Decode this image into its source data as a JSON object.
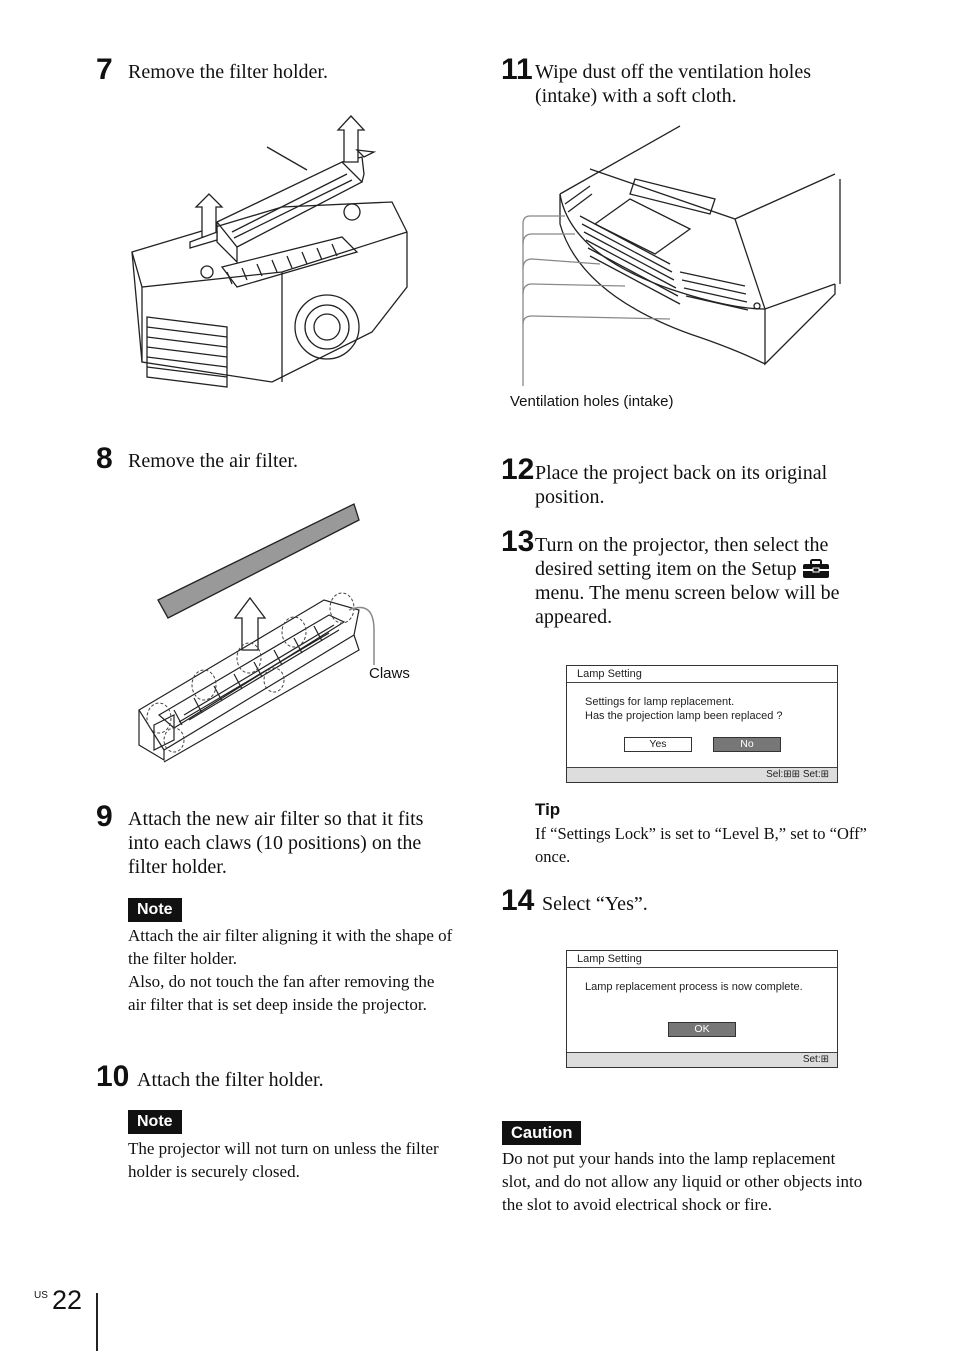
{
  "steps": {
    "s7": {
      "num": "7",
      "text": "Remove the filter holder."
    },
    "s8": {
      "num": "8",
      "text": "Remove the air filter."
    },
    "s9": {
      "num": "9",
      "text": "Attach the new air filter so that it fits into each claws (10 positions) on the filter holder."
    },
    "s10": {
      "num": "10",
      "text": "Attach the filter holder."
    },
    "s11": {
      "num": "11",
      "text": "Wipe dust off the ventilation holes (intake) with a soft cloth."
    },
    "s12": {
      "num": "12",
      "text": "Place the project back on its original position."
    },
    "s13": {
      "num": "13",
      "text_a": "Turn on the projector, then select the desired setting item on the Setup",
      "text_b": "menu. The menu screen below will be appeared."
    },
    "s14": {
      "num": "14",
      "text": "Select “Yes”."
    }
  },
  "notes": {
    "label": "Note",
    "note1_a": "Attach the air filter aligning it with the shape of the filter holder.",
    "note1_b": "Also, do not touch the fan after removing the air filter that is set deep inside the projector.",
    "note2": "The projector will not turn on unless the filter holder is securely closed."
  },
  "captions": {
    "claws": "Claws",
    "vent": "Ventilation holes (intake)"
  },
  "tip": {
    "label": "Tip",
    "text": "If “Settings Lock” is set to “Level B,” set to “Off” once."
  },
  "dialog1": {
    "title": "Lamp Setting",
    "line1": "Settings for lamp replacement.",
    "line2": "Has the projection lamp been replaced ?",
    "yes": "Yes",
    "no": "No",
    "footer": "Sel:⊞⊞  Set:⊞"
  },
  "dialog2": {
    "title": "Lamp Setting",
    "line1": "Lamp replacement process is now complete.",
    "ok": "OK",
    "footer": "Set:⊞"
  },
  "caution": {
    "label": "Caution",
    "text": "Do not put your hands into the lamp replacement slot, and do not allow any liquid or other objects into the slot to avoid electrical shock or fire."
  },
  "footer": {
    "region": "US",
    "page": "22"
  }
}
